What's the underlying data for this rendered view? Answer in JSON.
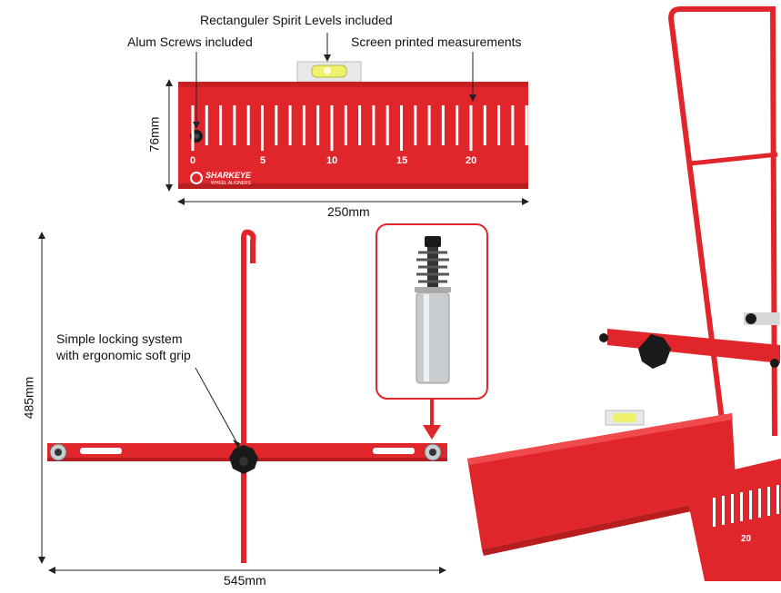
{
  "colors": {
    "red": "#e0262b",
    "dark_red": "#b71c1f",
    "black": "#1a1a1a",
    "steel": "#c9cccf",
    "level": "#eef26a"
  },
  "top_plate": {
    "callout_levels": "Rectanguler Spirit Levels included",
    "callout_screws": "Alum Screws included",
    "callout_measurements": "Screen printed measurements",
    "height_dim": "76mm",
    "width_dim": "250mm",
    "scale_numbers": [
      "0",
      "5",
      "10",
      "15",
      "20"
    ],
    "brand_name": "SHARKEYE",
    "brand_sub": "WHEEL ALIGNERS"
  },
  "cross_assembly": {
    "callout_lock_line1": "Simple locking system",
    "callout_lock_line2": "with ergonomic soft grip",
    "height_dim": "485mm",
    "width_dim": "545mm"
  },
  "photo": {
    "scale_number": "20"
  },
  "icons": [
    "spirit-level-icon",
    "knob-icon",
    "bolt-spring-icon",
    "arrow-down-icon"
  ]
}
